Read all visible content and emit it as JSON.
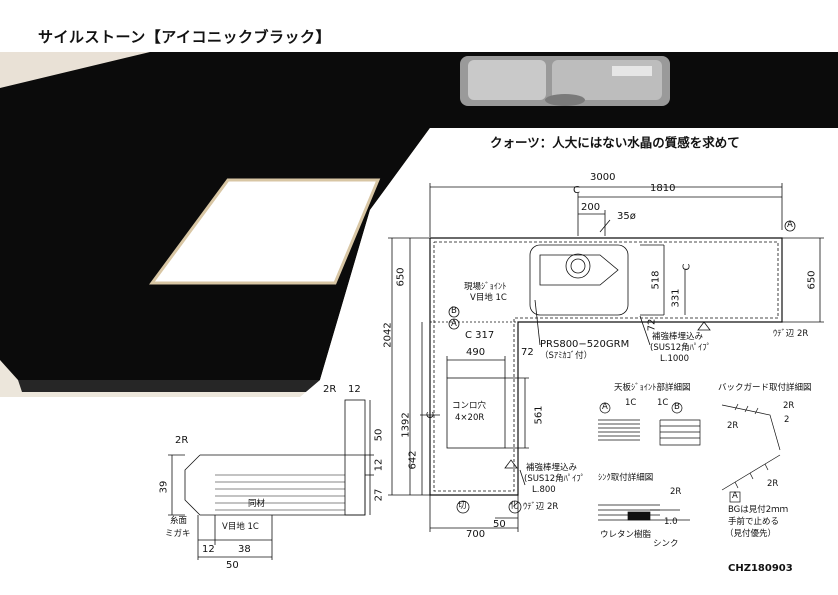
{
  "title": "サイルストーン【アイコニックブラック】",
  "subtitle": "クォーツ：人大にはない水晶の質感を求めて",
  "drawing_code": "CHZ180903",
  "dims": {
    "d3000": "3000",
    "d1810": "1810",
    "c_top": "C",
    "d200": "200",
    "d35": "35ø",
    "d650": "650",
    "d2042": "2042",
    "d518": "518",
    "d331": "331",
    "c_right": "C",
    "d650r": "650",
    "d72a": "72",
    "d317": "C 317",
    "d490": "490",
    "d72b": "72",
    "d1392": "1392",
    "d561": "561",
    "c_left": "C",
    "d642": "642",
    "d700": "700",
    "d50b": "50",
    "d2r_a": "2R",
    "d12a": "12",
    "d50a": "50",
    "d12b": "12",
    "d27": "27",
    "d39": "39",
    "d12c": "12",
    "d38": "38",
    "d50c": "50",
    "d2r_b": "2R"
  },
  "labels": {
    "joint_site": "現場ｼﾞｮｲﾝﾄ",
    "v_eye": "V目地 1C",
    "marker_a1": "A",
    "marker_b1": "B",
    "marker_a2": "A",
    "sink_model": "PRS800−520GRM",
    "sink_note": "（Sｱﾐｶｺﾞ付）",
    "reinforce_1": "補強棒埋込み",
    "sus_1": "(SUS12角ﾊﾟｲﾌﾟ",
    "len_1": "L.1000",
    "cooktop": "コンロ穴",
    "cooktop_size": "4×20R",
    "reinforce_2": "補強棒埋込み",
    "sus_2": "(SUS12角ﾊﾟｲﾌﾟ",
    "len_2": "L.800",
    "edge_r1": "ｳﾃﾞ辺 2R",
    "edge_r2": "ｳﾃﾞ辺 2R",
    "cut_mark": "切",
    "cut_mark2": "化",
    "joint_detail": "天板ｼﾞｮｲﾝﾄ部詳細図",
    "j_a": "A",
    "j_1c_a": "1C",
    "j_1c_b": "1C",
    "j_b": "B",
    "sink_detail": "ｼﾝｸ取付詳細図",
    "sink_r": "2R",
    "sink_10": "1.0",
    "urethane": "ウレタン樹脂",
    "sink_word": "シンク",
    "backguard_detail": "バックガード取付詳細図",
    "bg_2r_a": "2R",
    "bg_2r_b": "2R",
    "bg_2r_c": "2R",
    "bg_2": "2",
    "bg_a": "A",
    "bg_note1": "BGは見付2ｍｍ",
    "bg_note2": "手前で止める",
    "bg_note3": "（見付優先）",
    "same_material": "同材",
    "itomen": "糸面",
    "migaki": "ミガキ",
    "v_eye2": "V目地 1C",
    "r2r_left": "2R"
  }
}
